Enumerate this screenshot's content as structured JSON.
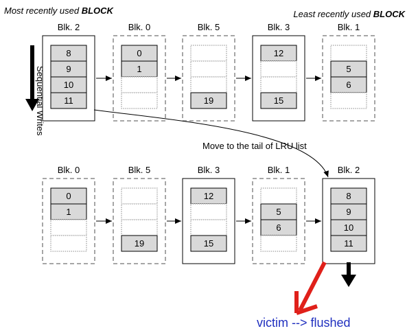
{
  "header": {
    "mru_label": "Most recently used ",
    "lru_label": "Least recently used ",
    "block_word": "BLOCK"
  },
  "side_label": "Sequential Writes",
  "move_label": "Move to the tail of LRU list",
  "victim_label": "victim --> flushed",
  "top_row": [
    {
      "name": "Blk. 2",
      "border": "solid",
      "cells": [
        "8",
        "9",
        "10",
        "11"
      ]
    },
    {
      "name": "Blk. 0",
      "border": "dashed",
      "cells": [
        "0",
        "1",
        "",
        ""
      ]
    },
    {
      "name": "Blk. 5",
      "border": "dashed",
      "cells": [
        "",
        "",
        "",
        "19"
      ]
    },
    {
      "name": "Blk. 3",
      "border": "solid",
      "cells": [
        "12",
        "",
        "",
        "15"
      ]
    },
    {
      "name": "Blk. 1",
      "border": "dashed",
      "cells": [
        "",
        "5",
        "6",
        ""
      ]
    }
  ],
  "bottom_row": [
    {
      "name": "Blk. 0",
      "border": "dashed",
      "cells": [
        "0",
        "1",
        "",
        ""
      ]
    },
    {
      "name": "Blk. 5",
      "border": "dashed",
      "cells": [
        "",
        "",
        "",
        "19"
      ]
    },
    {
      "name": "Blk. 3",
      "border": "solid",
      "cells": [
        "12",
        "",
        "",
        "15"
      ]
    },
    {
      "name": "Blk. 1",
      "border": "dashed",
      "cells": [
        "",
        "5",
        "6",
        ""
      ]
    },
    {
      "name": "Blk. 2",
      "border": "solid",
      "cells": [
        "8",
        "9",
        "10",
        "11"
      ]
    }
  ],
  "colors": {
    "filled_cell": "#d9d9d9",
    "dashed_border": "#a6a6a6",
    "victim_text": "#1f2fbf",
    "victim_arrow": "#e0201a"
  }
}
